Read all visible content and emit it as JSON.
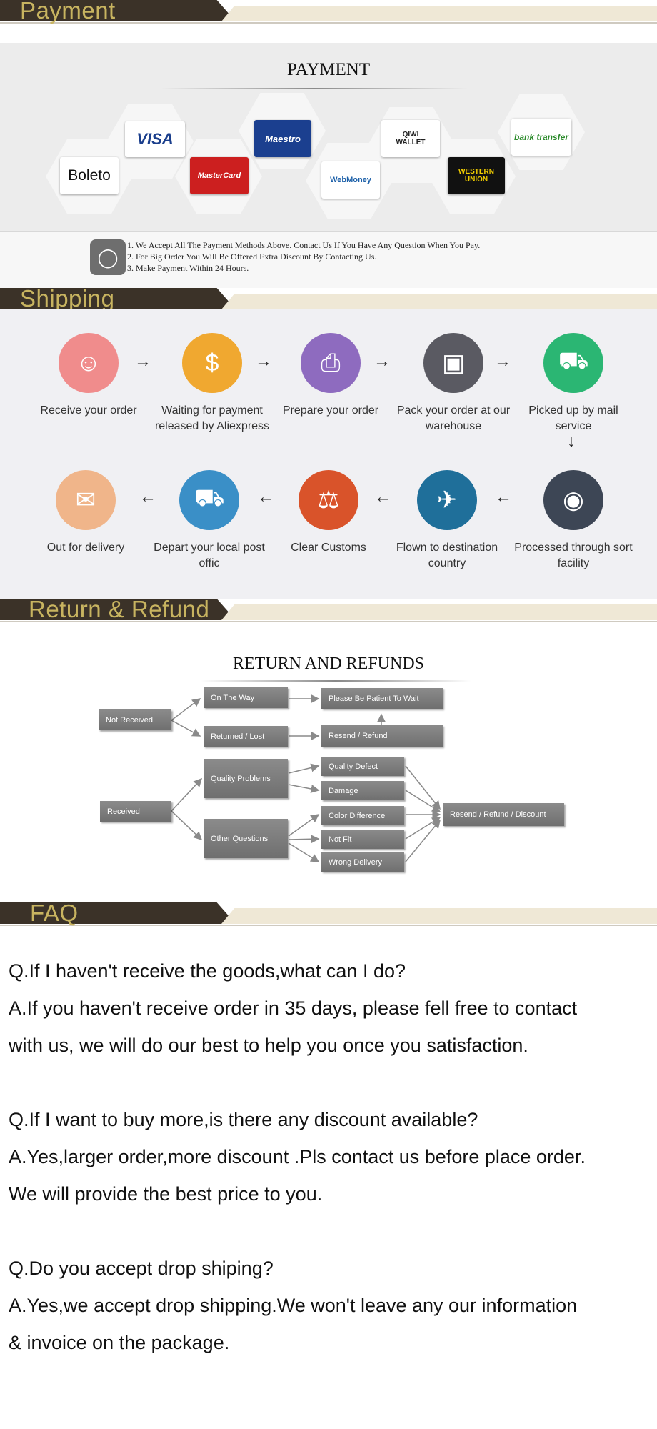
{
  "sections": {
    "payment": "Payment",
    "shipping": "Shipping",
    "return_refund": "Return & Refund",
    "faq": "FAQ"
  },
  "payment": {
    "title": "PAYMENT",
    "methods": {
      "visa": "VISA",
      "maestro": "Maestro",
      "qiwi": "QIWI\nWALLET",
      "bank": "bank transfer",
      "boleto": "Boleto",
      "mastercard": "MasterCard",
      "webmoney": "WebMoney",
      "western_union": "WESTERN UNION"
    },
    "notes": [
      "1. We Accept All The Payment Methods Above. Contact Us If You Have Any Question When You Pay.",
      "2. For Big Order You Will Be Offered Extra Discount By Contacting Us.",
      "3. Make Payment Within 24 Hours."
    ]
  },
  "shipping": {
    "steps": [
      {
        "label": "Receive your order",
        "color": "#f08c8c",
        "icon": "person-at-desk-icon"
      },
      {
        "label": "Waiting for payment released by Aliexpress",
        "color": "#f0a830",
        "icon": "money-bag-icon"
      },
      {
        "label": "Prepare your order",
        "color": "#8e6bbf",
        "icon": "printer-icon"
      },
      {
        "label": "Pack your order at our warehouse",
        "color": "#5a5a62",
        "icon": "box-icon"
      },
      {
        "label": "Picked up by mail service",
        "color": "#2bb673",
        "icon": "truck-icon"
      },
      {
        "label": "Processed through sort facility",
        "color": "#3d4655",
        "icon": "globe-icon"
      },
      {
        "label": "Flown to destination country",
        "color": "#1f6f9a",
        "icon": "airplane-icon"
      },
      {
        "label": "Clear Customs",
        "color": "#d9532a",
        "icon": "customs-officer-icon"
      },
      {
        "label": "Depart your local post offic",
        "color": "#3a8fc7",
        "icon": "van-icon"
      },
      {
        "label": "Out for delivery",
        "color": "#f0b58a",
        "icon": "parcel-hands-icon"
      }
    ]
  },
  "return_refund": {
    "title": "RETURN AND REFUNDS",
    "boxes": {
      "not_received": "Not Received",
      "on_the_way": "On The Way",
      "please_wait": "Please Be Patient To Wait",
      "returned_lost": "Returned / Lost",
      "resend_refund": "Resend / Refund",
      "received": "Received",
      "quality_problems": "Quality Problems",
      "other_questions": "Other Questions",
      "quality_defect": "Quality Defect",
      "damage": "Damage",
      "color_difference": "Color Difference",
      "not_fit": "Not Fit",
      "wrong_delivery": "Wrong Delivery",
      "resend_refund_discount": "Resend / Refund / Discount"
    }
  },
  "faq": [
    {
      "q": "Q.If I haven't receive the goods,what can I do?",
      "a": [
        "A.If you haven't receive order in 35 days, please fell free to contact",
        "with us, we will do our best to help you once you satisfaction."
      ]
    },
    {
      "q": "Q.If I want to buy more,is there any discount available?",
      "a": [
        "A.Yes,larger order,more discount .Pls contact us before place order.",
        "We will provide the best price to you."
      ]
    },
    {
      "q": "Q.Do you accept drop shiping?",
      "a": [
        "A.Yes,we accept drop shipping.We won't leave any our information",
        "& invoice on the package."
      ]
    }
  ]
}
